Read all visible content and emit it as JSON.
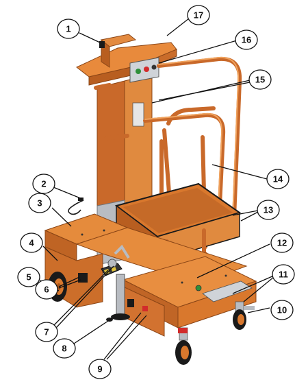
{
  "diagram": {
    "colors": {
      "body": "#d9782d",
      "body_dark": "#a9551a",
      "body_light": "#f0a35e",
      "black": "#1a1a1a",
      "steel": "#b8bcc2",
      "outline": "#111111"
    },
    "callouts": [
      {
        "label": "1"
      },
      {
        "label": "2"
      },
      {
        "label": "3"
      },
      {
        "label": "4"
      },
      {
        "label": "5"
      },
      {
        "label": "6"
      },
      {
        "label": "7"
      },
      {
        "label": "8"
      },
      {
        "label": "9"
      },
      {
        "label": "10"
      },
      {
        "label": "11"
      },
      {
        "label": "12"
      },
      {
        "label": "13"
      },
      {
        "label": "14"
      },
      {
        "label": "15"
      },
      {
        "label": "16"
      },
      {
        "label": "17"
      }
    ]
  }
}
